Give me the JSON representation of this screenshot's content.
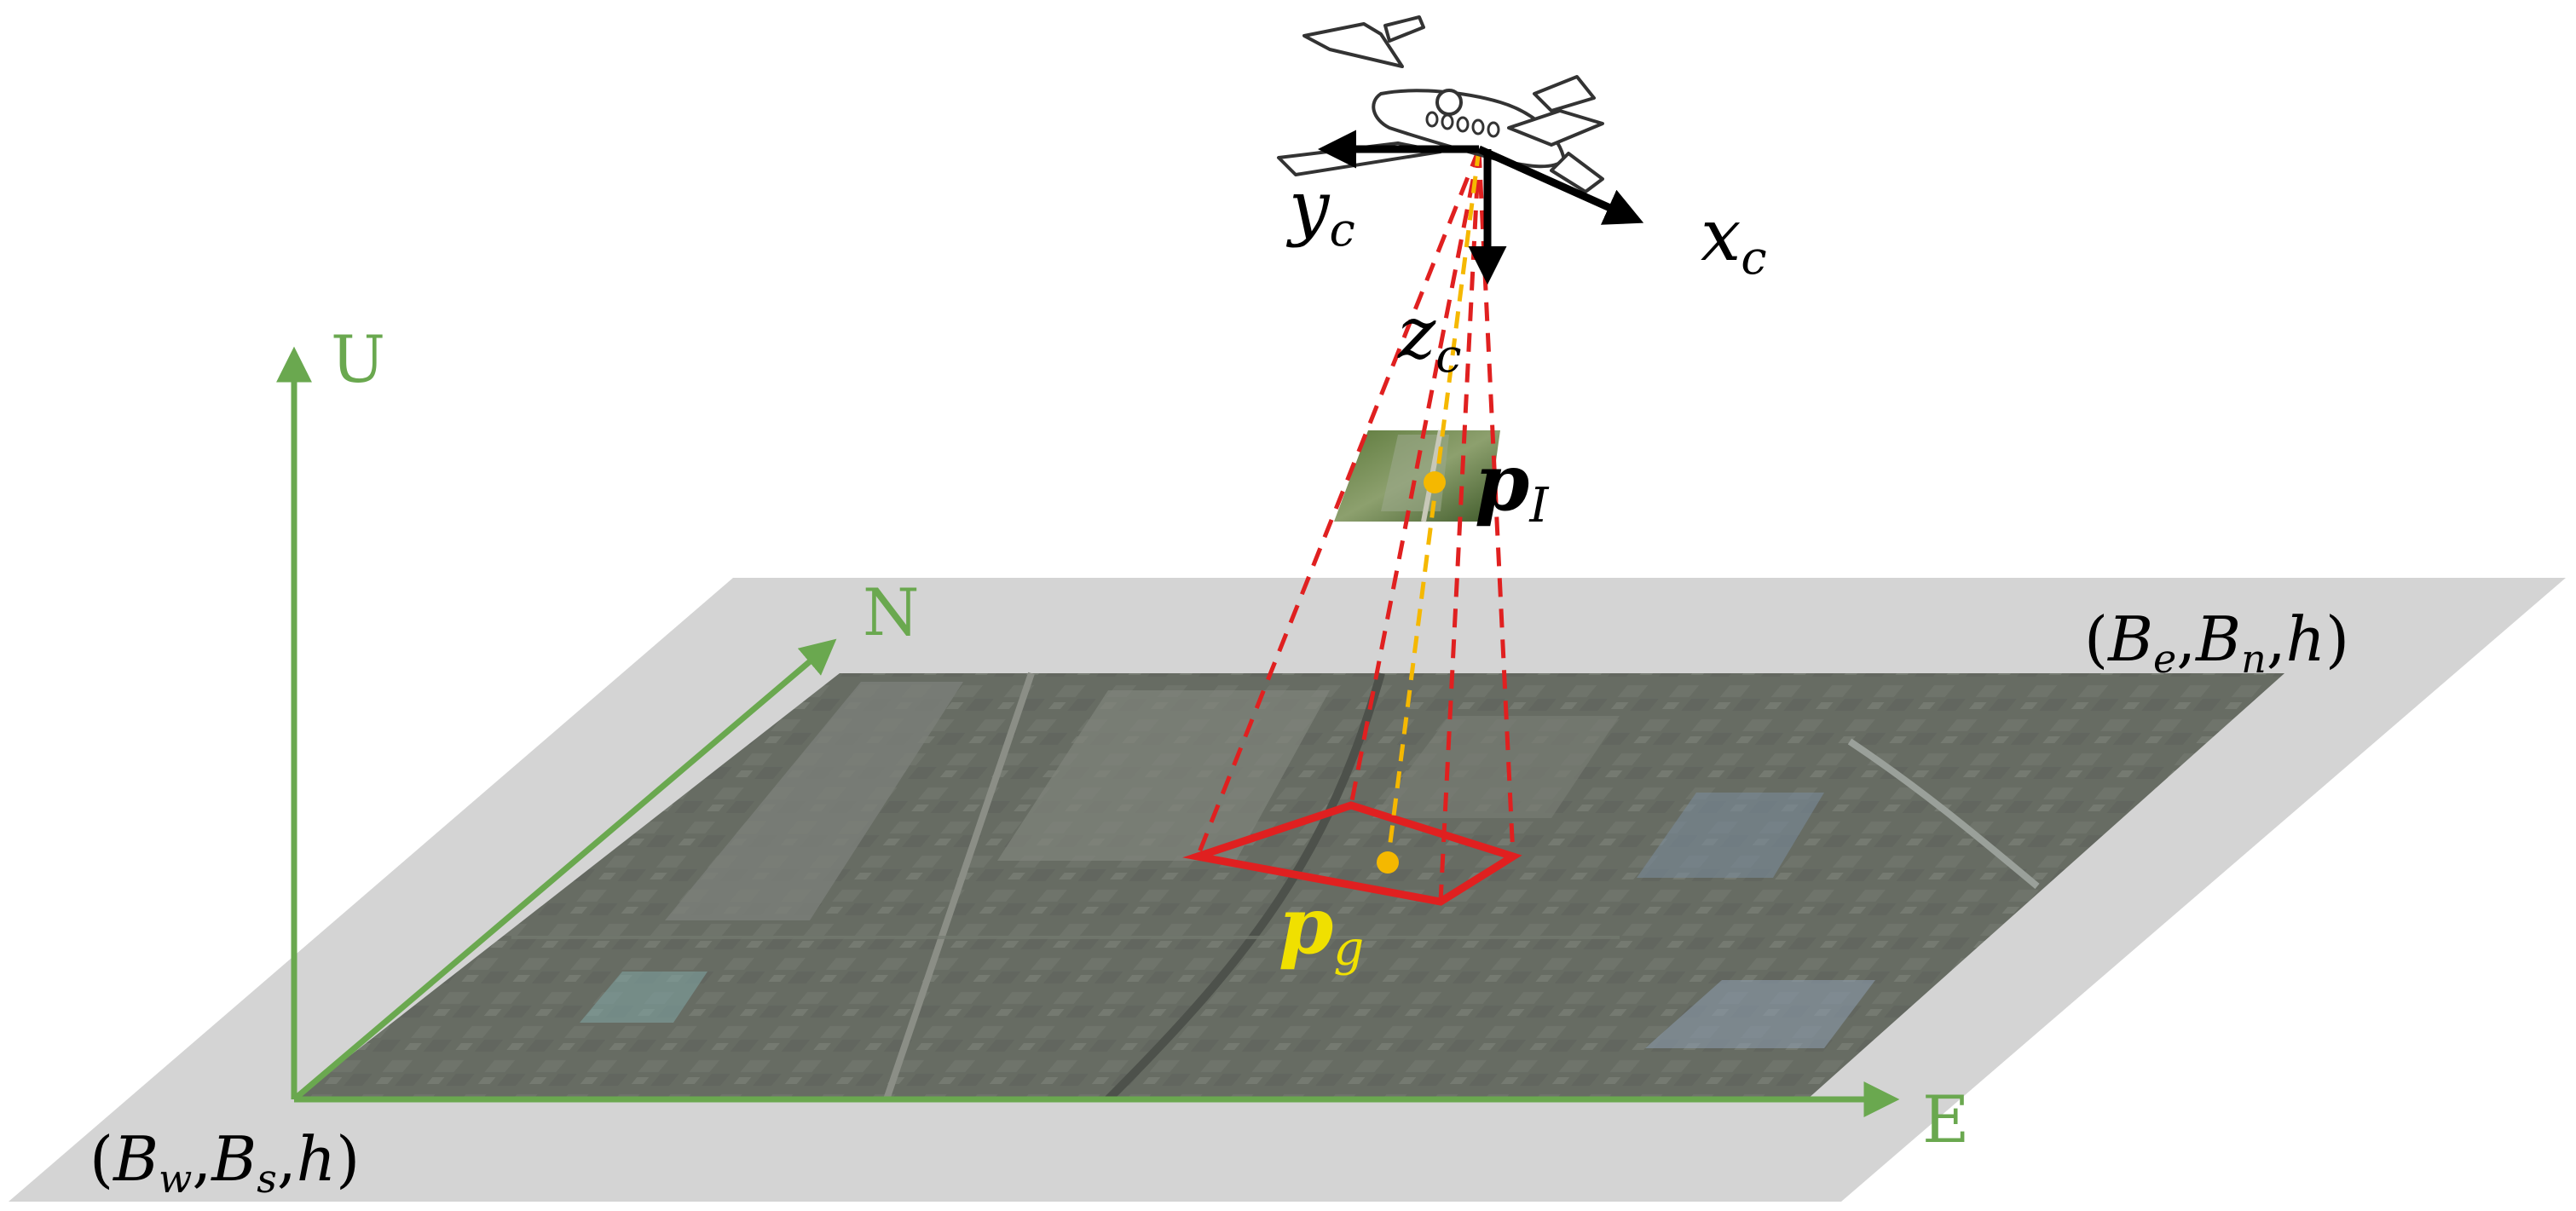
{
  "colors": {
    "axis_green": "#6aa84f",
    "plane_gray": "#d4d4d4",
    "map_gray": "#6b6f66",
    "frustum_red": "#e02020",
    "ray_yellow": "#f5b800",
    "label_yellow": "#f0e000",
    "camera_axis_black": "#000000"
  },
  "world_axes": {
    "up": "U",
    "north": "N",
    "east": "E"
  },
  "camera_axes": {
    "x": {
      "base": "x",
      "sub": "c"
    },
    "y": {
      "base": "y",
      "sub": "c"
    },
    "z": {
      "base": "z",
      "sub": "c"
    }
  },
  "points": {
    "image_point": {
      "base": "p",
      "sub": "I"
    },
    "ground_point": {
      "base": "p",
      "sub": "g"
    }
  },
  "corners": {
    "southwest": {
      "open": "(",
      "a": "B",
      "a_sub": "w",
      "sep1": ",",
      "b": "B",
      "b_sub": "s",
      "sep2": ",",
      "c": "h",
      "close": ")"
    },
    "northeast": {
      "open": "(",
      "a": "B",
      "a_sub": "e",
      "sep1": ",",
      "b": "B",
      "b_sub": "n",
      "sep2": ",",
      "c": "h",
      "close": ")"
    }
  }
}
